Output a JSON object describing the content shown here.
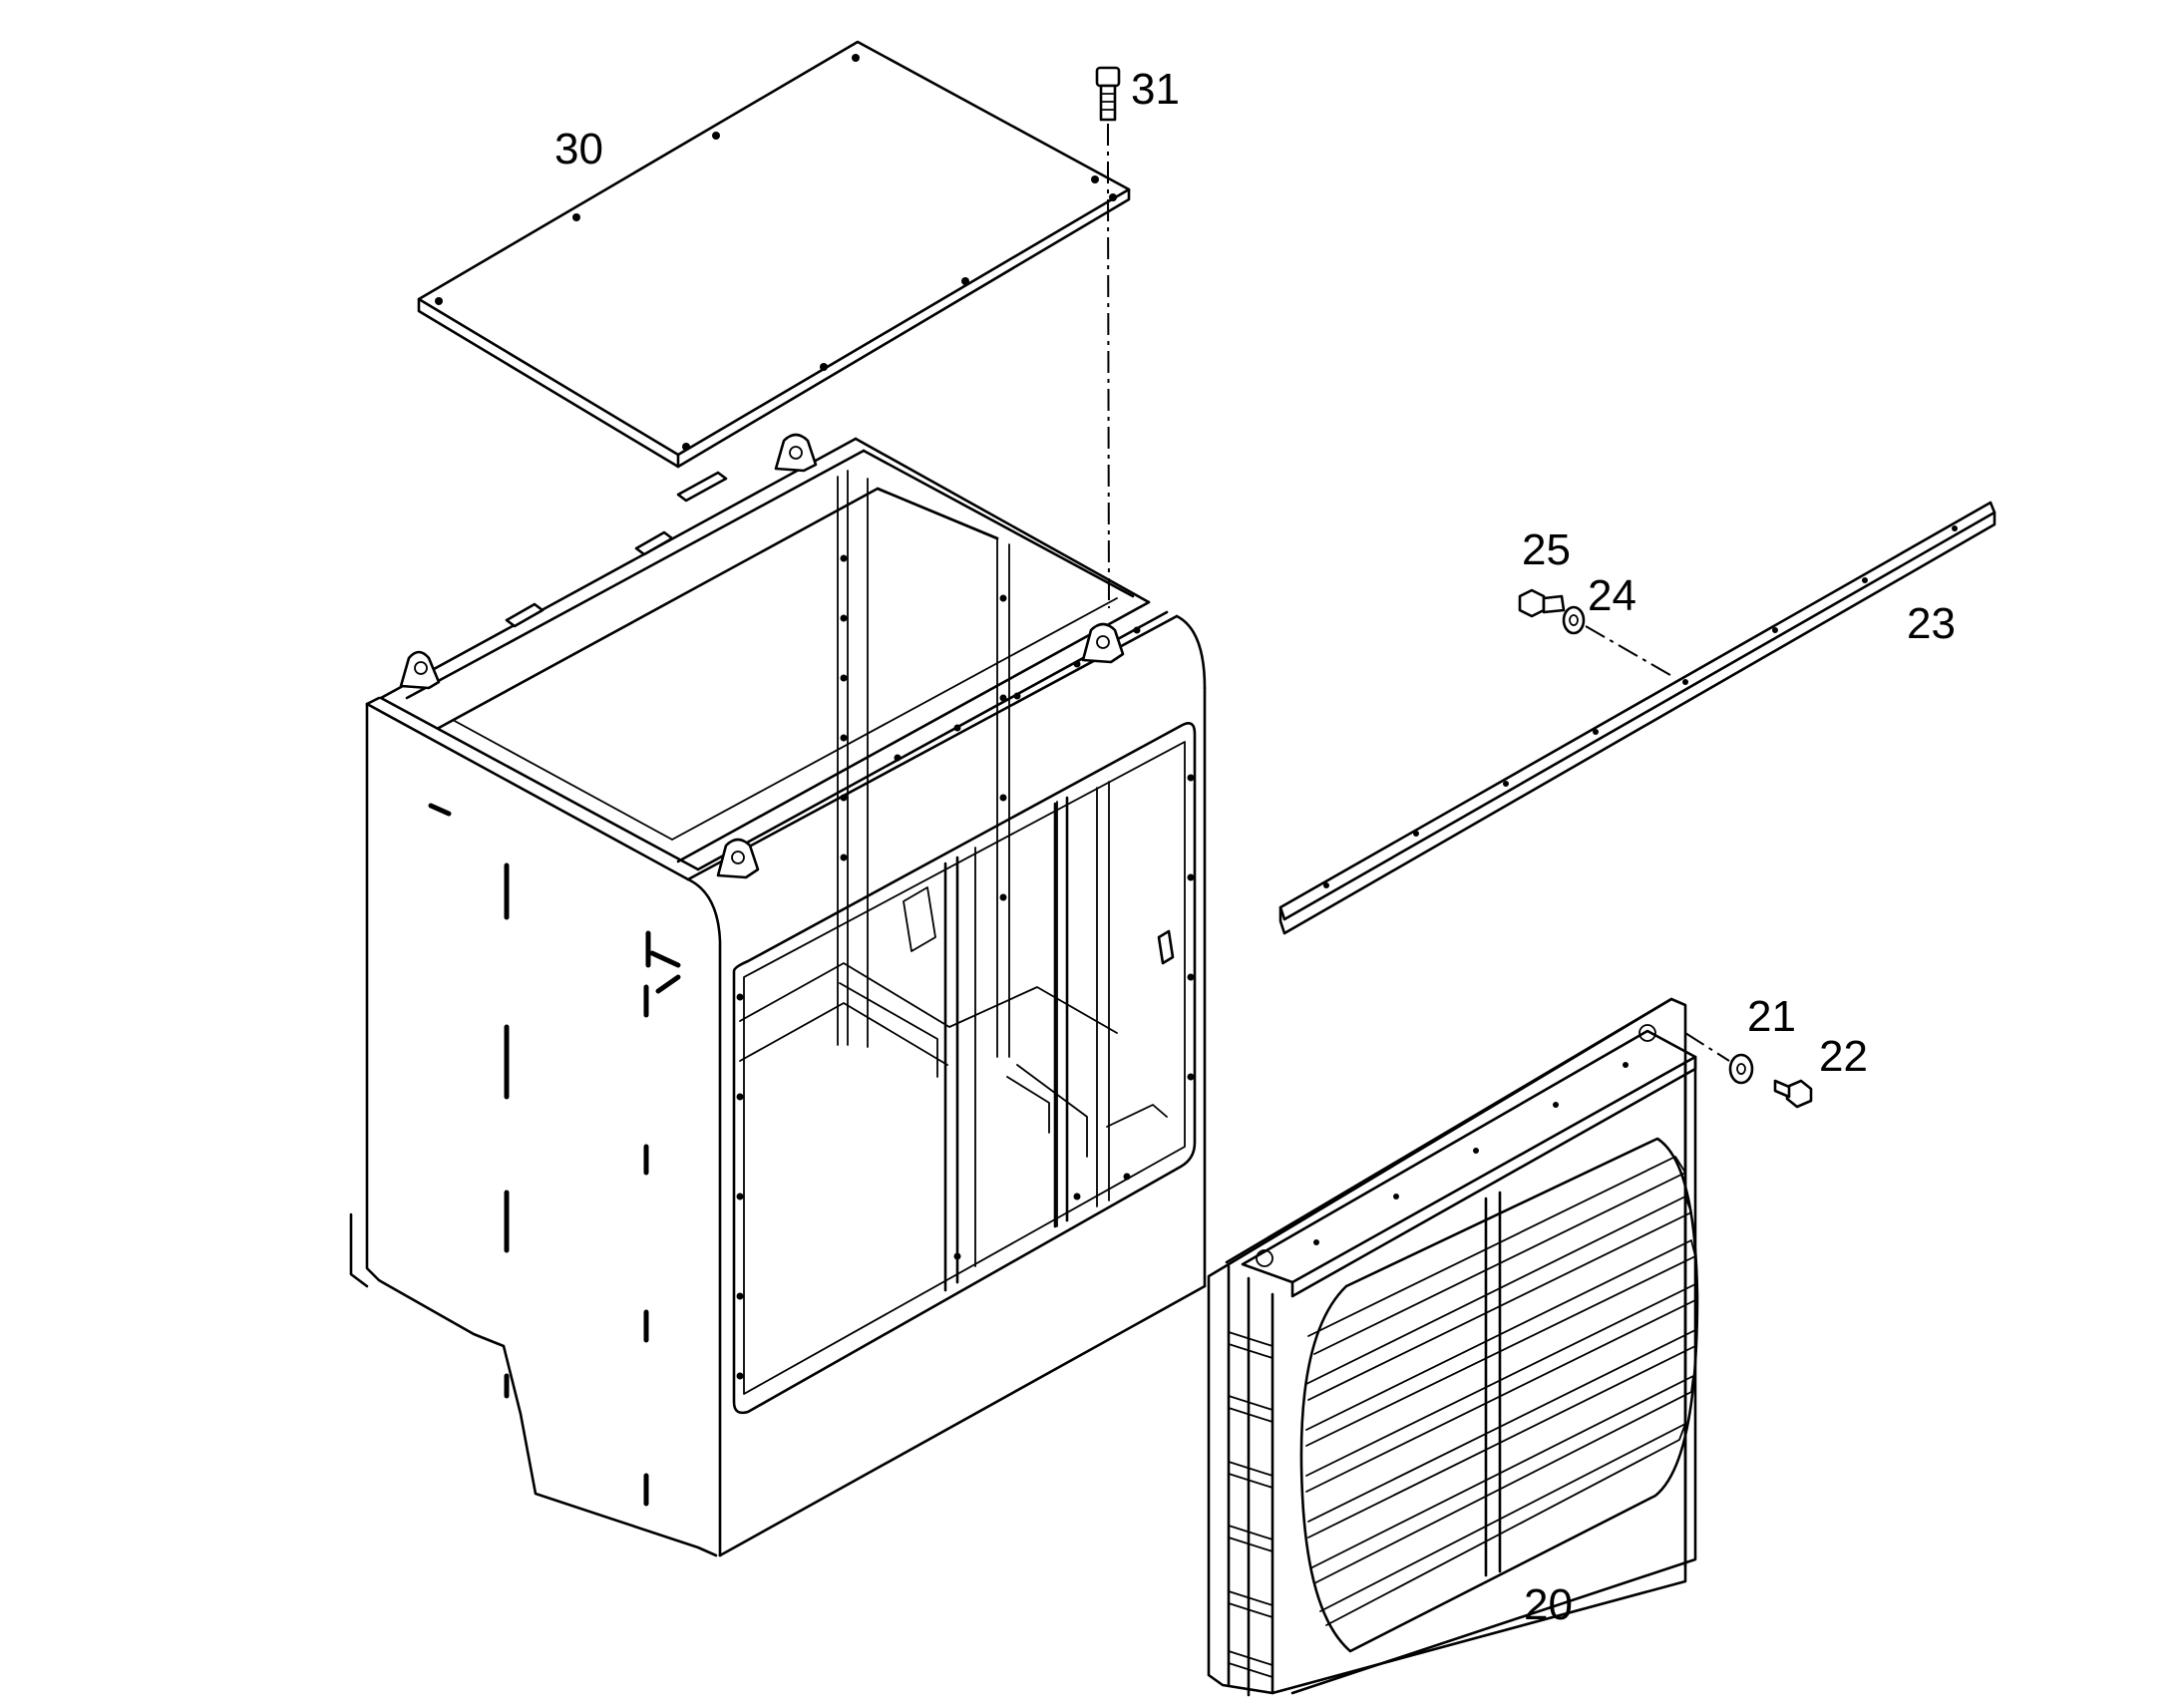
{
  "callouts": {
    "c20": "20",
    "c21": "21",
    "c22": "22",
    "c23": "23",
    "c24": "24",
    "c25": "25",
    "c30": "30",
    "c31": "31"
  }
}
